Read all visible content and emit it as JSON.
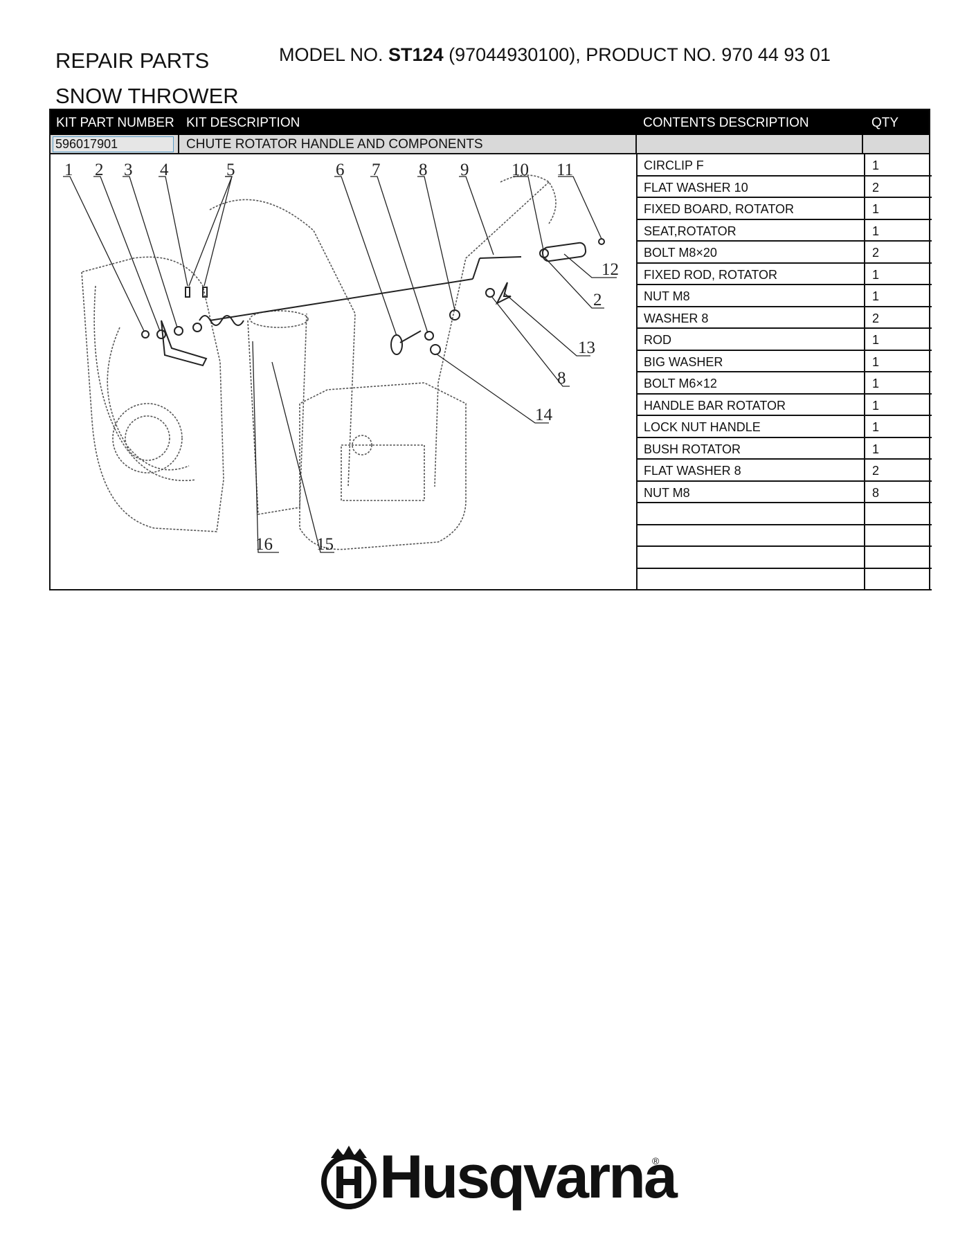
{
  "header": {
    "title_line1": "REPAIR PARTS",
    "title_line2": "SNOW THROWER",
    "model_prefix": "MODEL NO.",
    "model_bold": "ST124",
    "model_suffix": "(97044930100), PRODUCT NO. 970 44 93 01"
  },
  "table": {
    "col_kit_part_number": "KIT PART NUMBER",
    "col_kit_description": "KIT DESCRIPTION",
    "col_contents": "CONTENTS DESCRIPTION",
    "col_qty": "QTY",
    "kit_part_number": "596017901",
    "kit_description": "CHUTE ROTATOR HANDLE AND COMPONENTS"
  },
  "parts": [
    {
      "desc": "CIRCLIP F",
      "qty": "1"
    },
    {
      "desc": "FLAT WASHER 10",
      "qty": "2"
    },
    {
      "desc": "FIXED BOARD, ROTATOR",
      "qty": "1"
    },
    {
      "desc": "SEAT,ROTATOR",
      "qty": "1"
    },
    {
      "desc": "BOLT M8×20",
      "qty": "2"
    },
    {
      "desc": "FIXED ROD, ROTATOR",
      "qty": "1"
    },
    {
      "desc": "NUT M8",
      "qty": "1"
    },
    {
      "desc": "WASHER 8",
      "qty": "2"
    },
    {
      "desc": "ROD",
      "qty": "1"
    },
    {
      "desc": "BIG WASHER",
      "qty": "1"
    },
    {
      "desc": "BOLT M6×12",
      "qty": "1"
    },
    {
      "desc": "HANDLE BAR ROTATOR",
      "qty": "1"
    },
    {
      "desc": "LOCK NUT HANDLE",
      "qty": "1"
    },
    {
      "desc": "BUSH ROTATOR",
      "qty": "1"
    },
    {
      "desc": "FLAT WASHER 8",
      "qty": "2"
    },
    {
      "desc": "NUT M8",
      "qty": "8"
    },
    {
      "desc": "",
      "qty": ""
    },
    {
      "desc": "",
      "qty": ""
    },
    {
      "desc": "",
      "qty": ""
    },
    {
      "desc": "",
      "qty": ""
    }
  ],
  "callouts": [
    "1",
    "2",
    "3",
    "4",
    "5",
    "6",
    "7",
    "8",
    "9",
    "10",
    "11",
    "12",
    "2",
    "13",
    "8",
    "14",
    "16",
    "15"
  ],
  "brand": {
    "name": "Husqvarna",
    "registered": "®"
  }
}
